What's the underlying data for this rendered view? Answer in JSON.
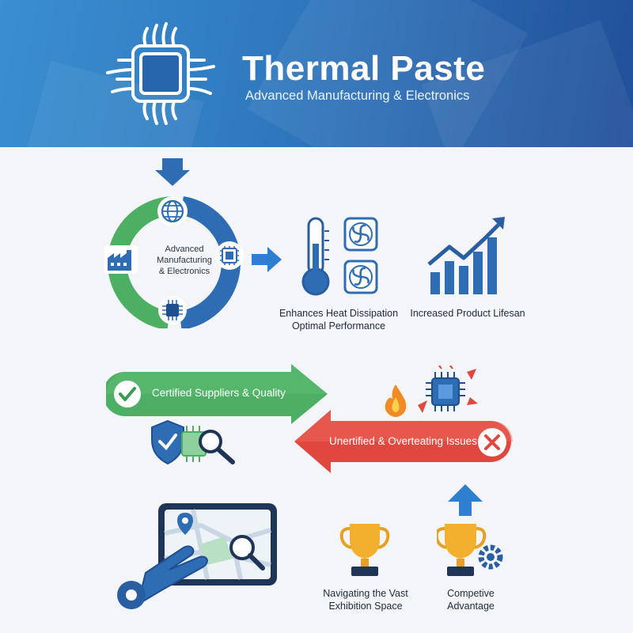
{
  "header": {
    "title": "Thermal Paste",
    "subtitle": "Advanced Manufacturing & Electronics"
  },
  "cycle": {
    "center_line1": "Advanced",
    "center_line2": "Manufacturing",
    "center_line3": "& Electronics"
  },
  "benefits": {
    "heat_line1": "Enhances Heat Dissipation",
    "heat_line2": "Optimal Performance",
    "lifespan": "Increased Product Lifesan"
  },
  "comparison": {
    "certified": "Certified Suppliers & Quality",
    "uncertified": "Unertified & Overteating Issues"
  },
  "footer": {
    "navigate_line1": "Navigating the Vast",
    "navigate_line2": "Exhibition Space",
    "advantage_line1": "Competive",
    "advantage_line2": "Advantage"
  },
  "colors": {
    "blue": "#2e6db3",
    "green": "#4caf63",
    "red": "#e0483f",
    "gold": "#f2b02e"
  }
}
